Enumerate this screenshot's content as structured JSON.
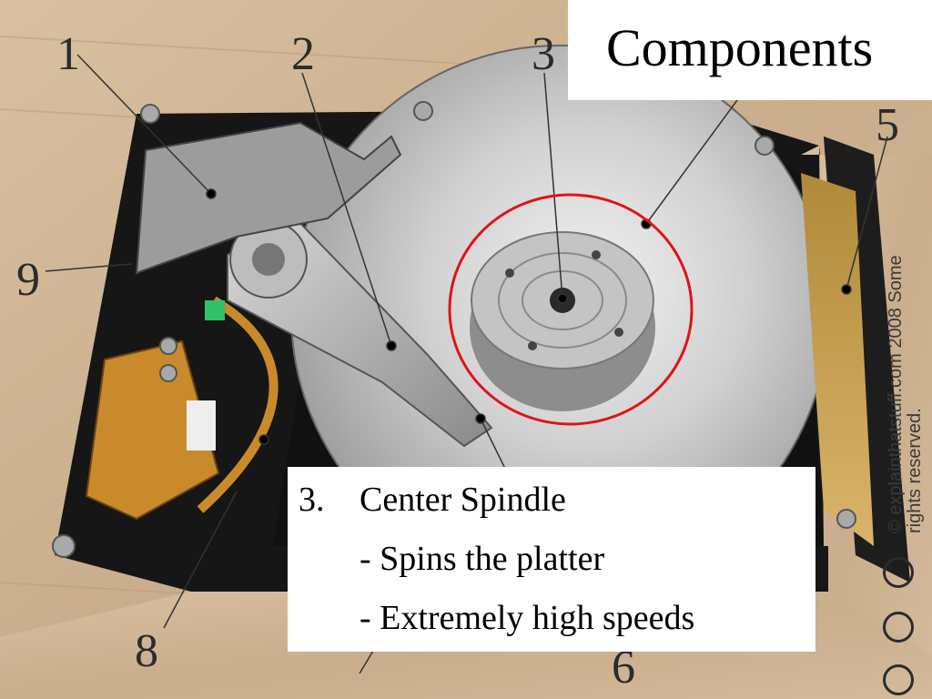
{
  "slide": {
    "title": "Components",
    "labels": [
      "1",
      "2",
      "3",
      "5",
      "9",
      "8",
      "6"
    ],
    "caption": {
      "number": "3.",
      "heading": "Center Spindle",
      "line1": "- Spins the platter",
      "line2": "- Extremely high speeds"
    },
    "watermark": "© explainthatstuff.com 2008 Some rights reserved."
  },
  "colors": {
    "wood": "#cfb493",
    "drive_body": "#161616",
    "platter": "#d9d9d9",
    "pcb": "#c98a2c",
    "highlight_circle": "#e0131a"
  }
}
